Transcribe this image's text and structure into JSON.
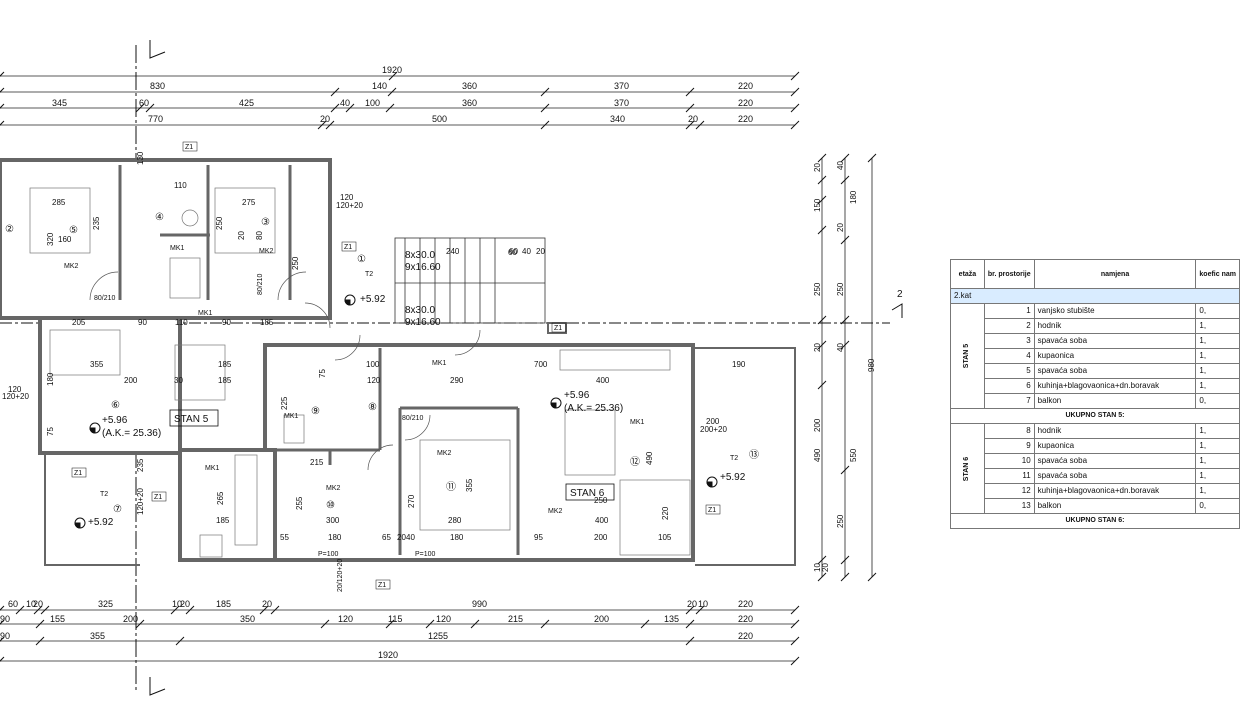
{
  "dimensions": {
    "top": {
      "row1": [
        "1920"
      ],
      "row2": [
        "830",
        "140",
        "360",
        "370",
        "220"
      ],
      "row3": [
        "345",
        "60",
        "425",
        "40",
        "100",
        "360",
        "370",
        "220"
      ],
      "row4": [
        "770",
        "20",
        "500",
        "340",
        "20",
        "220"
      ]
    },
    "bottom": {
      "row1": [
        "60",
        "10",
        "20",
        "325",
        "10",
        "20",
        "185",
        "20",
        "990",
        "20",
        "10",
        "220"
      ],
      "row2": [
        "90",
        "155",
        "200",
        "350",
        "120",
        "115",
        "120",
        "215",
        "200",
        "135",
        "220"
      ],
      "row3": [
        "90",
        "355",
        "1255",
        "220"
      ],
      "row4": [
        "1920"
      ]
    },
    "right": [
      "20",
      "40",
      "150",
      "20",
      "180",
      "250",
      "250",
      "20",
      "40",
      "200",
      "490",
      "550",
      "980",
      "250",
      "10",
      "20"
    ],
    "interior": [
      "285",
      "110",
      "275",
      "235",
      "120",
      "120+20",
      "320",
      "80",
      "20",
      "250",
      "250",
      "60",
      "160",
      "355",
      "205",
      "110",
      "90",
      "185",
      "90",
      "80/210",
      "80/210",
      "80/210",
      "200",
      "180",
      "75",
      "185",
      "30",
      "185",
      "225",
      "100",
      "120",
      "120+20",
      "75",
      "120",
      "700",
      "400",
      "190",
      "290",
      "215",
      "265",
      "185",
      "255",
      "300",
      "270",
      "355",
      "280",
      "400",
      "200",
      "105",
      "95",
      "200",
      "220",
      "200+20",
      "490",
      "250",
      "55",
      "180",
      "65",
      "40",
      "180",
      "20",
      "130",
      "235",
      "120+20",
      "P=100",
      "P=100",
      "20/120+20"
    ]
  },
  "stairs": [
    "8x30.0",
    "9x16.60",
    "8x30.0",
    "9x16.60",
    "240",
    "60",
    "40",
    "20"
  ],
  "rooms": [
    {
      "num": "1",
      "label": "①"
    },
    {
      "num": "2",
      "label": "②"
    },
    {
      "num": "3",
      "label": "③"
    },
    {
      "num": "4",
      "label": "④"
    },
    {
      "num": "5",
      "label": "⑤"
    },
    {
      "num": "6",
      "label": "⑥"
    },
    {
      "num": "7",
      "label": "⑦"
    },
    {
      "num": "8",
      "label": "⑧"
    },
    {
      "num": "9",
      "label": "⑨"
    },
    {
      "num": "10",
      "label": "⑩"
    },
    {
      "num": "11",
      "label": "⑪"
    },
    {
      "num": "12",
      "label": "⑫"
    },
    {
      "num": "13",
      "label": "⑬"
    }
  ],
  "levels": {
    "l1": "+5.92",
    "l2": "+5.96",
    "l3": "+5.96",
    "l4": "+5.92",
    "l5": "+5.92"
  },
  "ak": {
    "a1": "(A.K.= 25.36)",
    "a2": "(A.K.= 25.36)"
  },
  "tags": {
    "z1": "Z1",
    "t2": "T2",
    "mk1": "MK1",
    "mk2": "MK2",
    "p": "P=100"
  },
  "apartments": {
    "stan5": "STAN 5",
    "stan6": "STAN 6"
  },
  "section": {
    "label": "2"
  },
  "table": {
    "headers": {
      "etaza": "etaža",
      "room": "br. prostorije",
      "purpose": "namjena",
      "coef": "koefic nam"
    },
    "floor": "2.kat",
    "stan5": "STAN 5",
    "stan6": "STAN 6",
    "rows5": [
      {
        "n": "1",
        "name": "vanjsko stubište",
        "c": "0,"
      },
      {
        "n": "2",
        "name": "hodnik",
        "c": "1,"
      },
      {
        "n": "3",
        "name": "spavaća soba",
        "c": "1,"
      },
      {
        "n": "4",
        "name": "kupaonica",
        "c": "1,"
      },
      {
        "n": "5",
        "name": "spavaća soba",
        "c": "1,"
      },
      {
        "n": "6",
        "name": "kuhinja+blagovaonica+dn.boravak",
        "c": "1,"
      },
      {
        "n": "7",
        "name": "balkon",
        "c": "0,"
      }
    ],
    "total5": "UKUPNO STAN 5:",
    "rows6": [
      {
        "n": "8",
        "name": "hodnik",
        "c": "1,"
      },
      {
        "n": "9",
        "name": "kupaonica",
        "c": "1,"
      },
      {
        "n": "10",
        "name": "spavaća soba",
        "c": "1,"
      },
      {
        "n": "11",
        "name": "spavaća soba",
        "c": "1,"
      },
      {
        "n": "12",
        "name": "kuhinja+blagovaonica+dn.boravak",
        "c": "1,"
      },
      {
        "n": "13",
        "name": "balkon",
        "c": "0,"
      }
    ],
    "total6": "UKUPNO STAN 6:"
  }
}
